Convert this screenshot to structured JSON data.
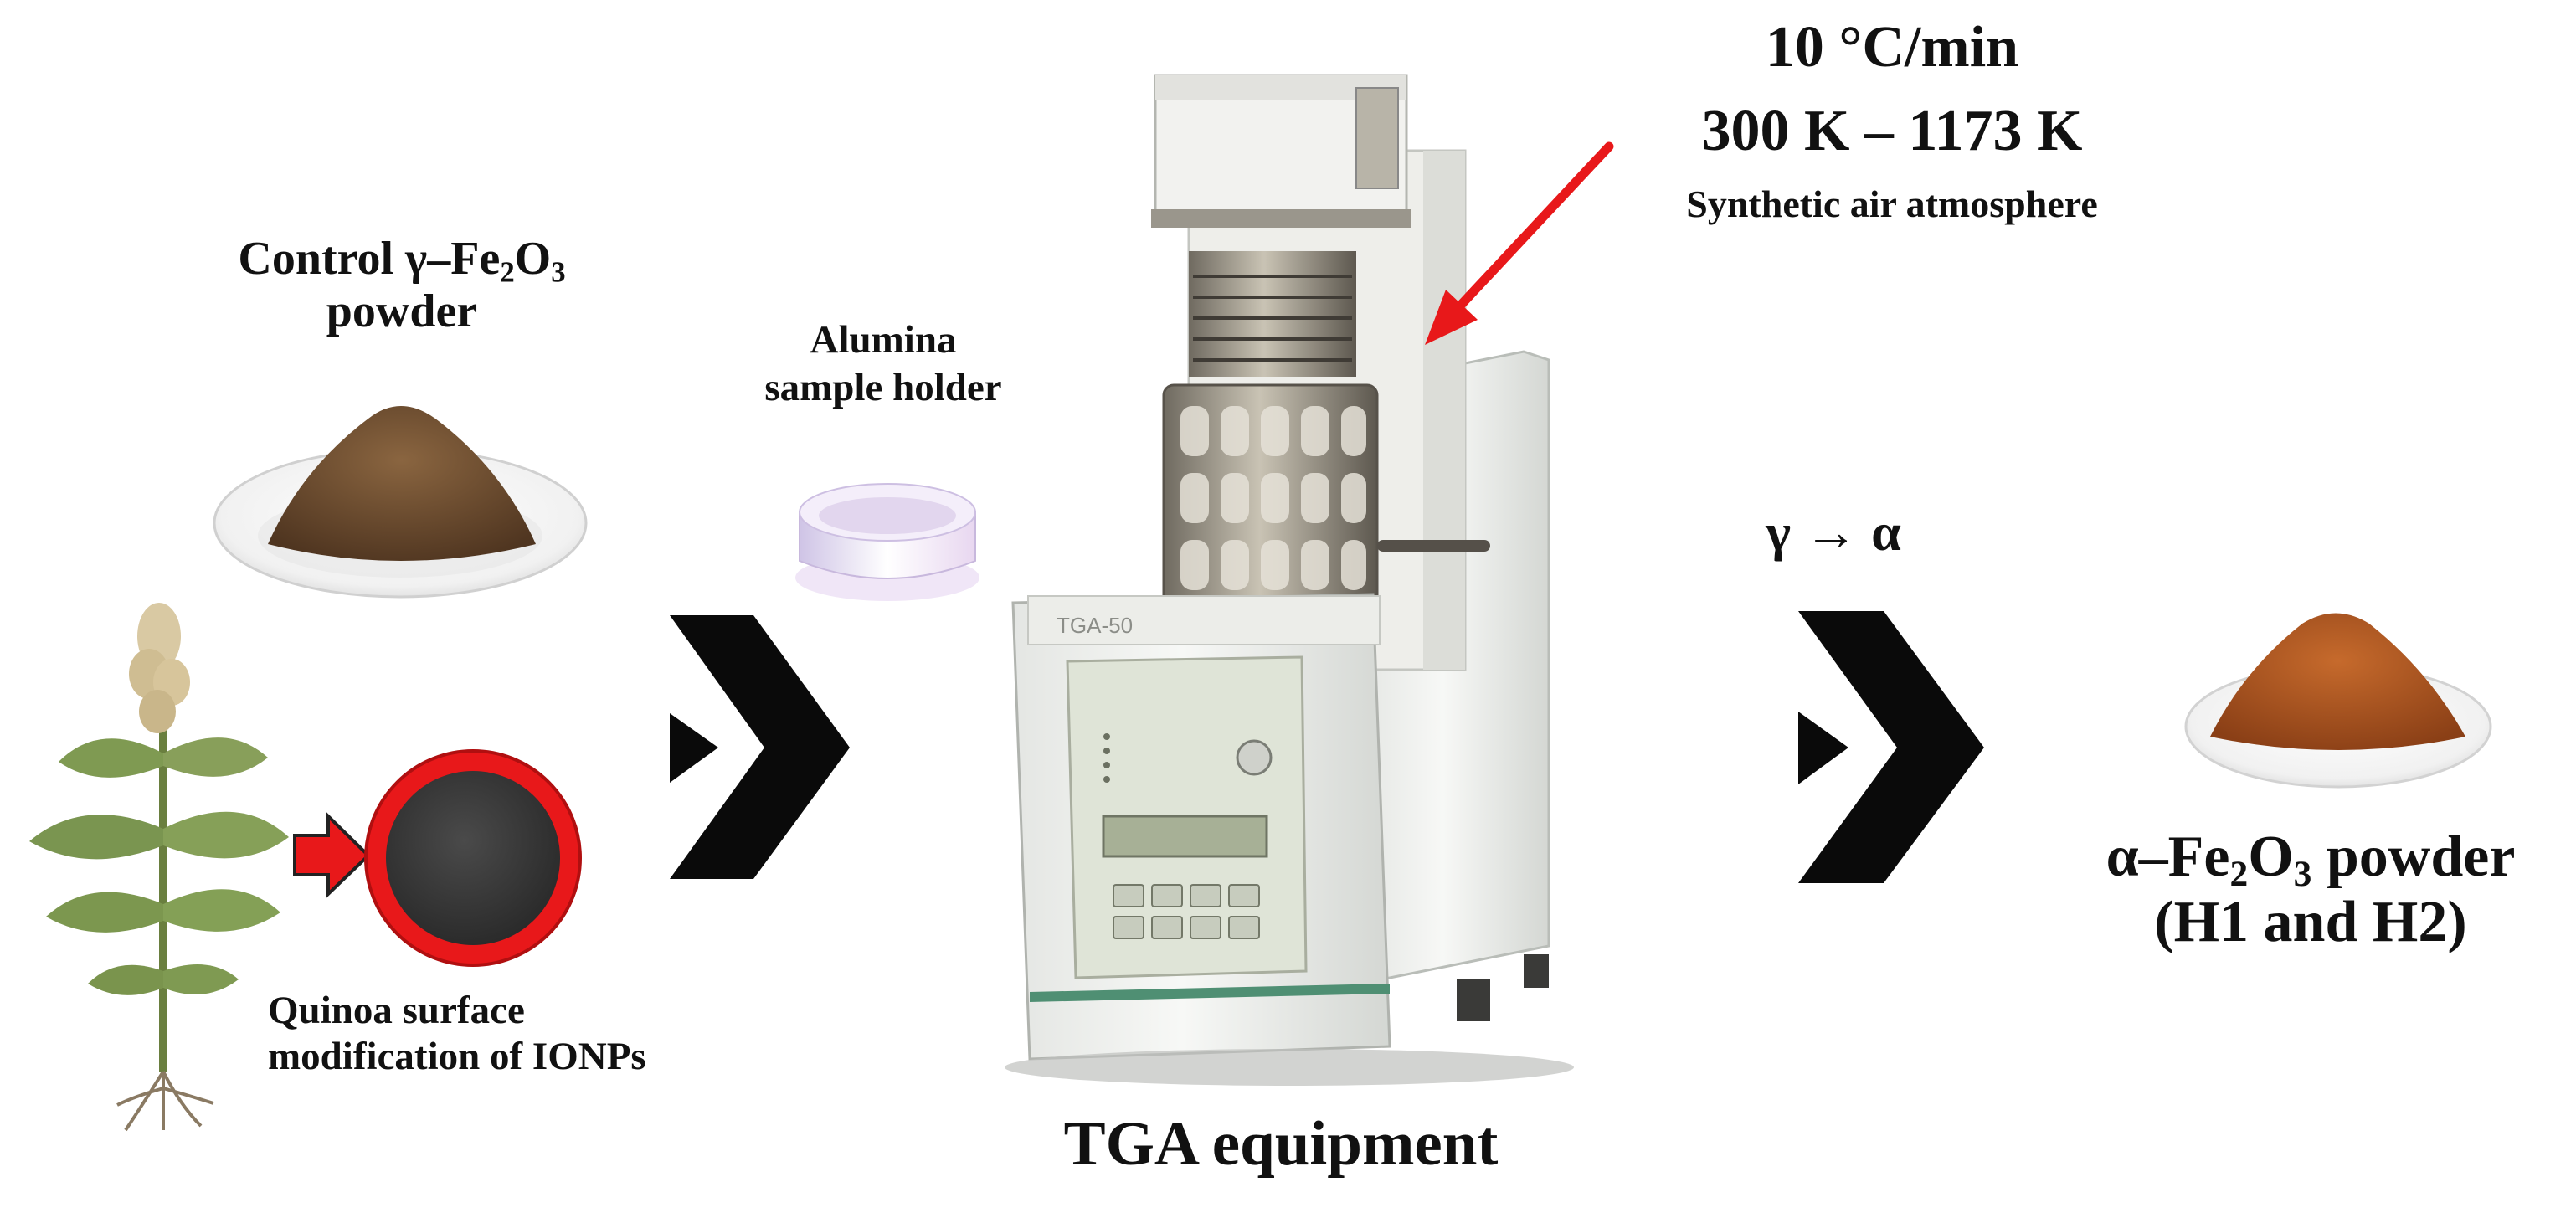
{
  "labels": {
    "control_line1_prefix": "Control γ–Fe",
    "control_sub1": "2",
    "control_mid": "O",
    "control_sub2": "3",
    "control_line2": "powder",
    "alumina_line1": "Alumina",
    "alumina_line2": "sample holder",
    "quinoa_line1": "Quinoa surface",
    "quinoa_line2": "modification of IONPs",
    "tga": "TGA equipment",
    "rate": "10 °C/min",
    "temp_range": "300 K – 1173 K",
    "atmosphere": "Synthetic air atmosphere",
    "transition": "γ → α",
    "product_prefix": "α–Fe",
    "product_sub1": "2",
    "product_mid": "O",
    "product_sub2": "3",
    "product_suffix": " powder",
    "product_line2": "(H1 and H2)"
  },
  "device": {
    "model_label": "TGA-50"
  },
  "colors": {
    "arrow_red": "#e8181a",
    "chevron": "#0a0a0a",
    "powder_gamma": "#6b4a2f",
    "powder_alpha": "#a9501f",
    "plant_leaf": "#7f9a52",
    "nanoparticle_core": "#3a3a3a"
  }
}
